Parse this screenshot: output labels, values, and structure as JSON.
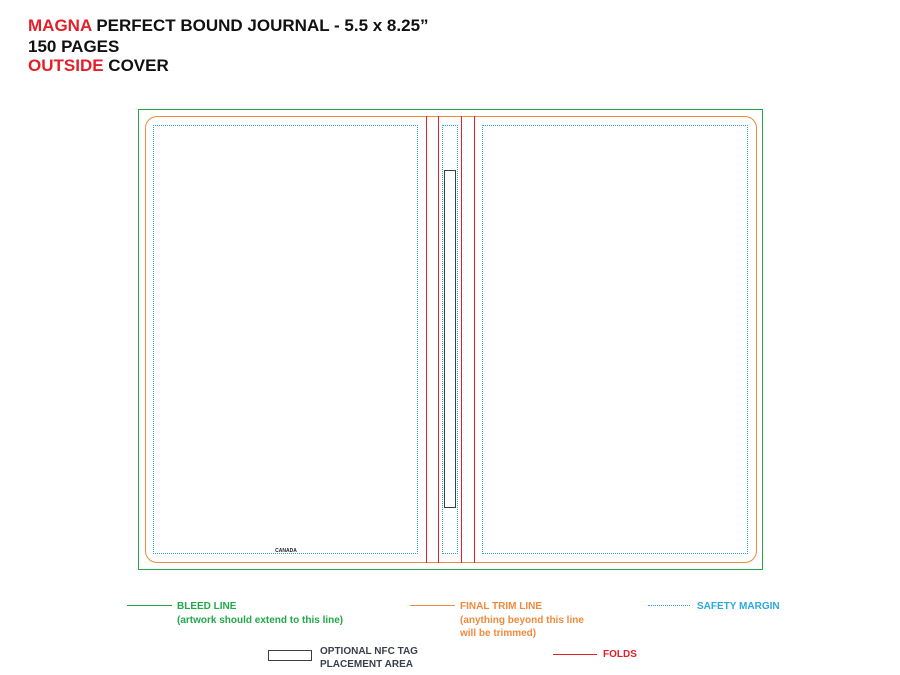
{
  "header": {
    "line1_brand": "MAGNA",
    "line1_rest": " PERFECT BOUND JOURNAL - 5.5 x 8.25”",
    "line2": "150 PAGES",
    "line3_highlight": "OUTSIDE",
    "line3_rest": " COVER"
  },
  "template": {
    "front_cover_mark": "CANADA"
  },
  "legend": {
    "bleed_line": {
      "label": "BLEED LINE",
      "note": "(artwork should extend to this line)"
    },
    "final_trim_line": {
      "label": "FINAL TRIM LINE",
      "note1": "(anything beyond this line",
      "note2": "will be trimmed)"
    },
    "safety_margin": {
      "label": "SAFETY MARGIN"
    },
    "nfc_tag": {
      "label1": "OPTIONAL NFC TAG",
      "label2": "PLACEMENT AREA"
    },
    "folds": {
      "label": "FOLDS"
    }
  },
  "colors": {
    "brand_red": "#e3202a",
    "bleed_green": "#22a84a",
    "trim_orange": "#f08a3c",
    "safety_blue": "#2aa8e0",
    "fold_red": "#e3202a",
    "nfc_dark": "#3a3f48"
  }
}
